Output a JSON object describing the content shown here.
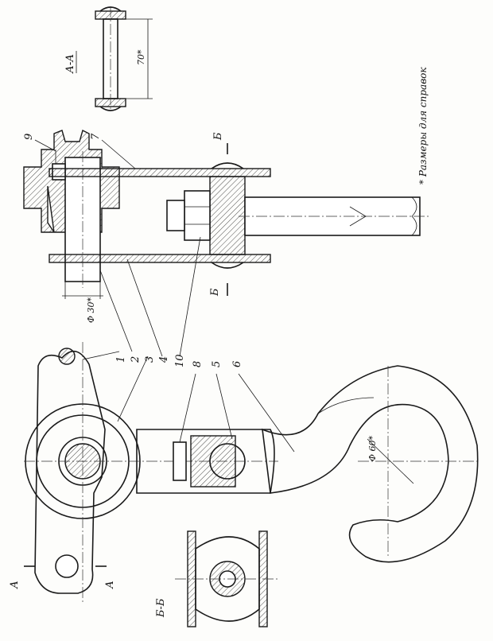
{
  "drawing": {
    "section_aa_title": "А-А",
    "section_bb_title": "Б-Б",
    "dim_70": "70*",
    "dim_d30": "Φ 30*",
    "dim_d60": "Φ 60*",
    "footnote": "* Размеры для справок",
    "mark_a_top": "А",
    "mark_a_bottom": "А",
    "mark_b_top": "Б",
    "mark_b_bottom": "Б",
    "callouts": [
      "1",
      "2",
      "3",
      "4",
      "10",
      "8",
      "5",
      "6",
      "9",
      "7"
    ]
  }
}
